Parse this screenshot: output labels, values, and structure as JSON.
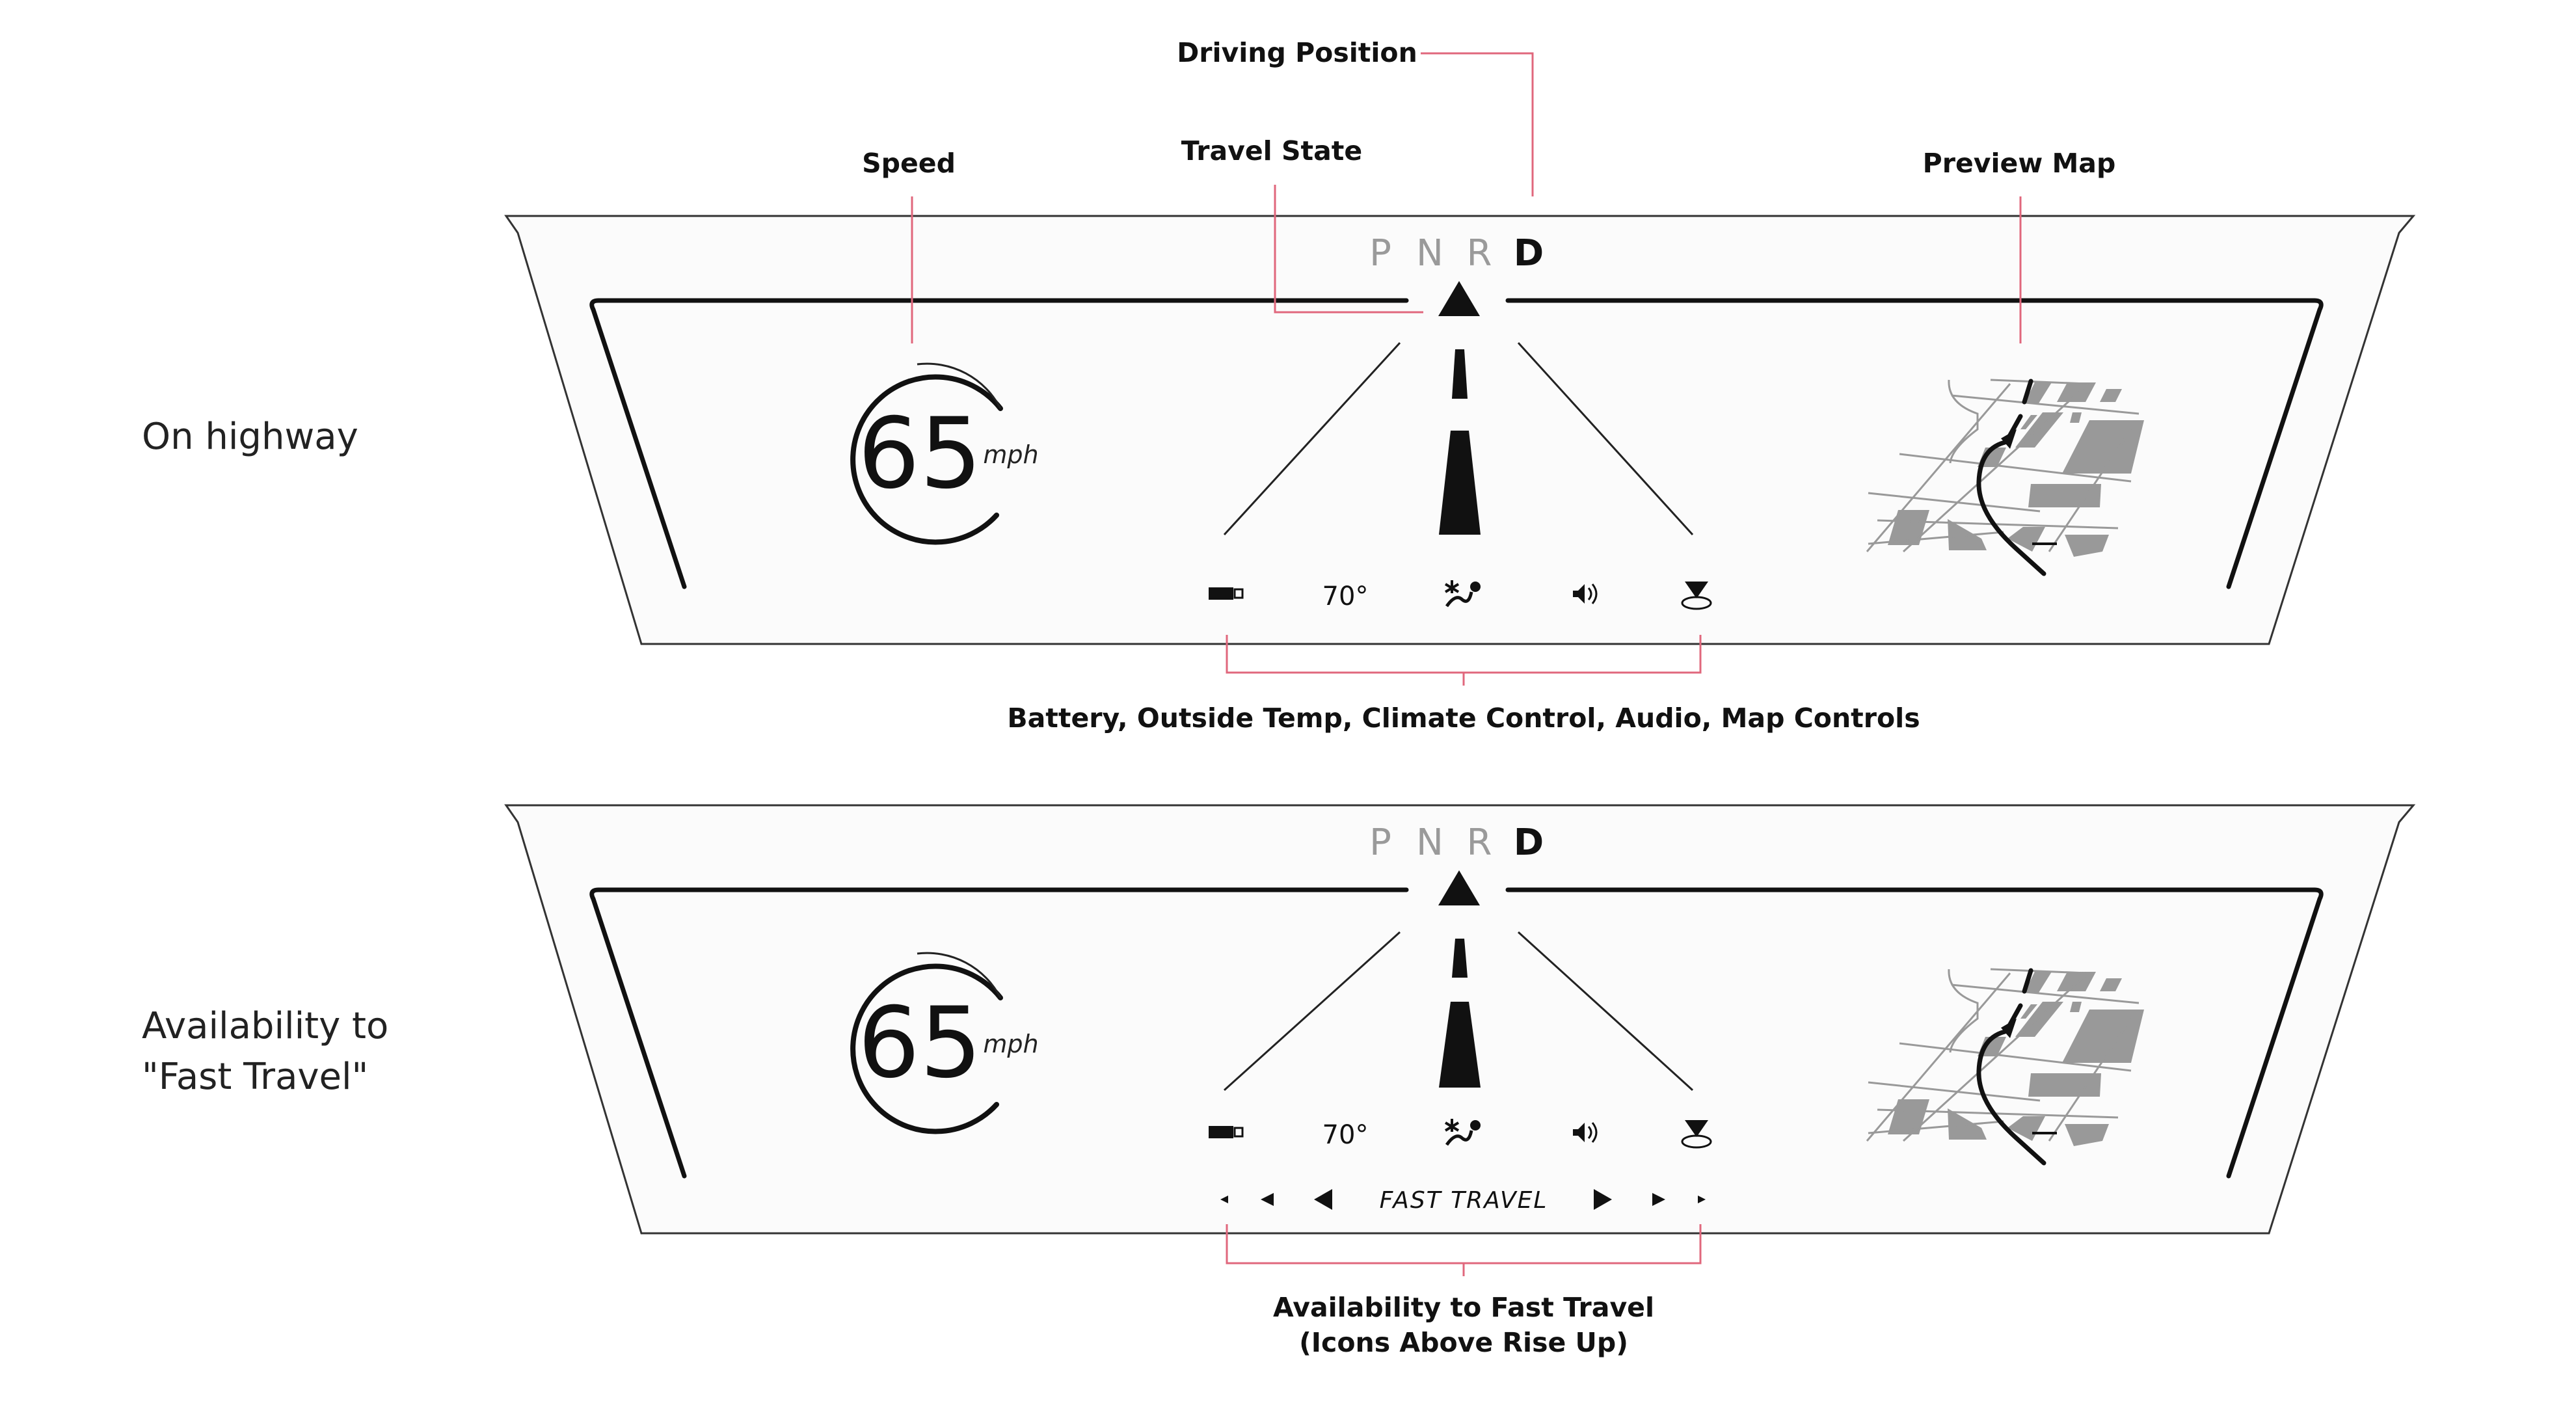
{
  "annotations": {
    "driving_position": "Driving Position",
    "speed": "Speed",
    "travel_state": "Travel State",
    "preview_map": "Preview Map",
    "controls": "Battery, Outside Temp, Climate Control, Audio, Map Controls",
    "fast_travel_line1": "Availability to Fast Travel",
    "fast_travel_line2": "(Icons Above Rise Up)"
  },
  "rows": [
    {
      "label_lines": [
        "On highway"
      ],
      "gears": [
        "P",
        "N",
        "R",
        "D"
      ],
      "active_gear": "D",
      "speed": "65",
      "speed_unit": "mph",
      "outside_temp": "70°",
      "status_icons": [
        "battery-icon",
        "temperature-readout",
        "climate-fan-icon",
        "audio-speaker-icon",
        "map-pin-icon"
      ]
    },
    {
      "label_lines": [
        "Availability to",
        "\"Fast Travel\""
      ],
      "gears": [
        "P",
        "N",
        "R",
        "D"
      ],
      "active_gear": "D",
      "speed": "65",
      "speed_unit": "mph",
      "outside_temp": "70°",
      "status_icons": [
        "battery-icon",
        "temperature-readout",
        "climate-fan-icon",
        "audio-speaker-icon",
        "map-pin-icon"
      ],
      "fast_travel_label": "FAST TRAVEL"
    }
  ],
  "colors": {
    "leader_line": "#e0677c",
    "panel_fill": "#fbfbfb",
    "active_text": "#111111",
    "inactive_gear": "#9a9a9a",
    "map_blocks": "#999999"
  }
}
